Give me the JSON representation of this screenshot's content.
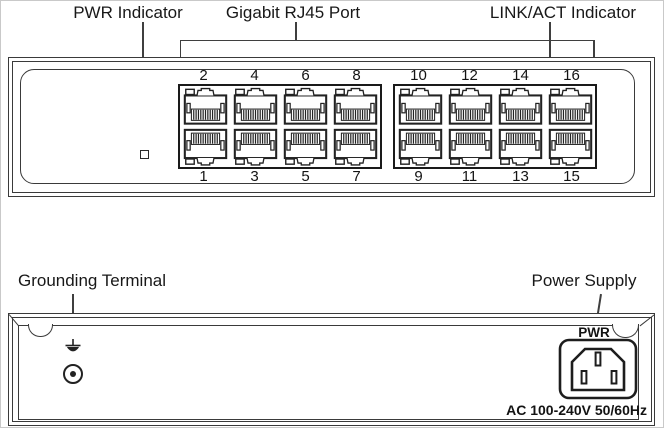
{
  "annotations": {
    "pwr_indicator": "PWR Indicator",
    "gigabit_rj45_port": "Gigabit RJ45 Port",
    "link_act_indicator": "LINK/ACT Indicator",
    "grounding_terminal": "Grounding Terminal",
    "power_supply": "Power Supply"
  },
  "front_panel": {
    "groups": [
      {
        "top_ports": [
          "2",
          "4",
          "6",
          "8"
        ],
        "bottom_ports": [
          "1",
          "3",
          "5",
          "7"
        ]
      },
      {
        "top_ports": [
          "10",
          "12",
          "14",
          "16"
        ],
        "bottom_ports": [
          "9",
          "11",
          "13",
          "15"
        ]
      }
    ]
  },
  "rear_panel": {
    "pwr_label": "PWR",
    "ac_rating": "AC 100-240V 50/60Hz"
  },
  "icons": {
    "front_power_led": "pwr-led-square",
    "port_led": "link-act-led-square",
    "ground_symbol": "earth-ground-icon",
    "ground_terminal": "grounding-screw-terminal",
    "power_socket": "iec-c14-power-inlet"
  },
  "colors": {
    "line": "#3a3a3a",
    "dark_line": "#1a1a1a",
    "text": "#151515",
    "background": "#ffffff"
  }
}
